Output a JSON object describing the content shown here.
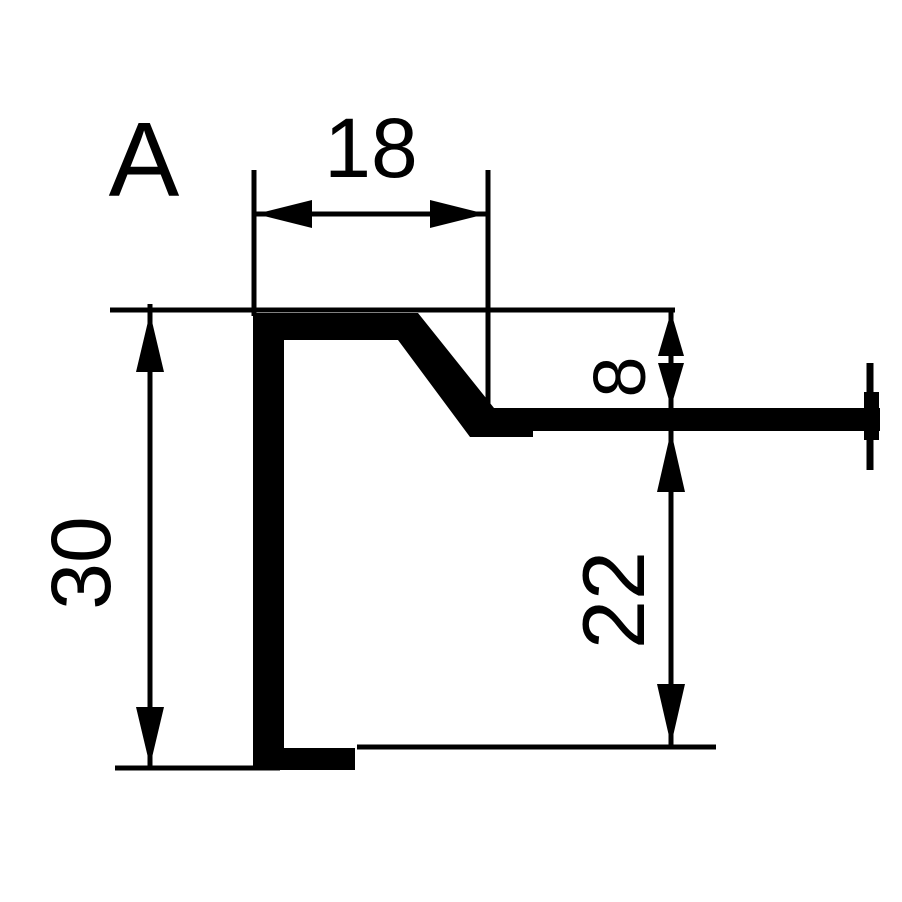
{
  "colors": {
    "ink": "#000000",
    "background": "#ffffff"
  },
  "view": {
    "label": "A"
  },
  "dimensions": {
    "top_width": "18",
    "total_height": "30",
    "upper_offset": "8",
    "lower_height": "22"
  }
}
